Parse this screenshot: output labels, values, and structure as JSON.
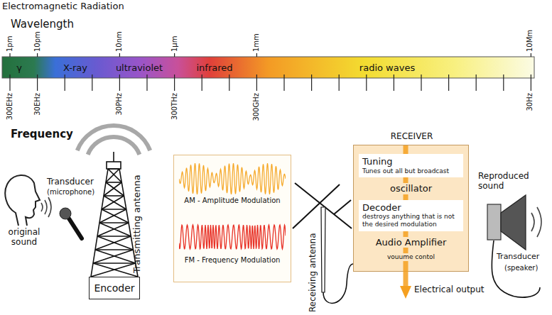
{
  "diagram": {
    "title": "Electromagnetic Radiation",
    "nodes": [
      {
        "text": [
          "γ",
          "X-ray",
          "ultraviolet",
          "infrared",
          "radio waves"
        ]
      },
      {
        "text": [
          "Encoder"
        ]
      },
      {
        "text": [
          "AM - Amplitude Modulation",
          "FM - Frequency Modulation"
        ]
      },
      {
        "text": [
          "RECEIVER",
          "oscillator",
          "Audio Amplifier",
          "vouume contol"
        ]
      },
      {
        "text": [
          "Tuning",
          "Tunes out all but broadcast"
        ],
        "in": 3
      },
      {
        "text": [
          "Decoder",
          "destroys anything that is not the desired modulation"
        ],
        "in": 3
      }
    ],
    "labels": [
      "Wavelength",
      "1pm",
      "10pm",
      "10nm",
      "1μm",
      "1mm",
      "10Mm",
      "300EHz",
      "30EHz",
      "30PHz",
      "300THz",
      "300GHz",
      "30Hz",
      "Frequency",
      "Transducer",
      "(microphone)",
      "original sound",
      "Transmitting antenna",
      "Receiving antenna",
      "Reproduced sound",
      "Transducer",
      "(speaker)",
      "Electrical output"
    ]
  }
}
